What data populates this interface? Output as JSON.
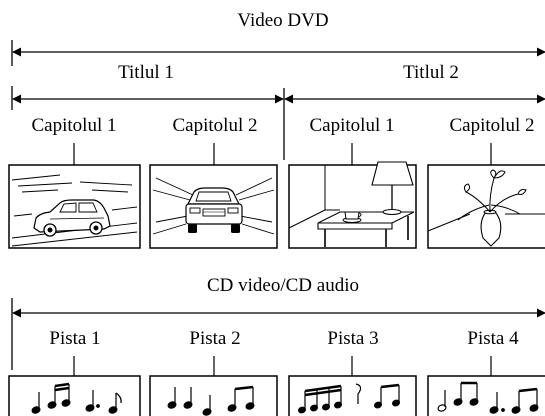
{
  "video": {
    "title": "Video DVD",
    "titles": [
      {
        "label": "Titlul 1",
        "chapters": [
          "Capitolul 1",
          "Capitolul 2"
        ]
      },
      {
        "label": "Titlul 2",
        "chapters": [
          "Capitolul 1",
          "Capitolul 2"
        ]
      }
    ]
  },
  "cd": {
    "title": "CD video/CD audio",
    "tracks": [
      "Pista 1",
      "Pista 2",
      "Pista 3",
      "Pista 4"
    ]
  }
}
